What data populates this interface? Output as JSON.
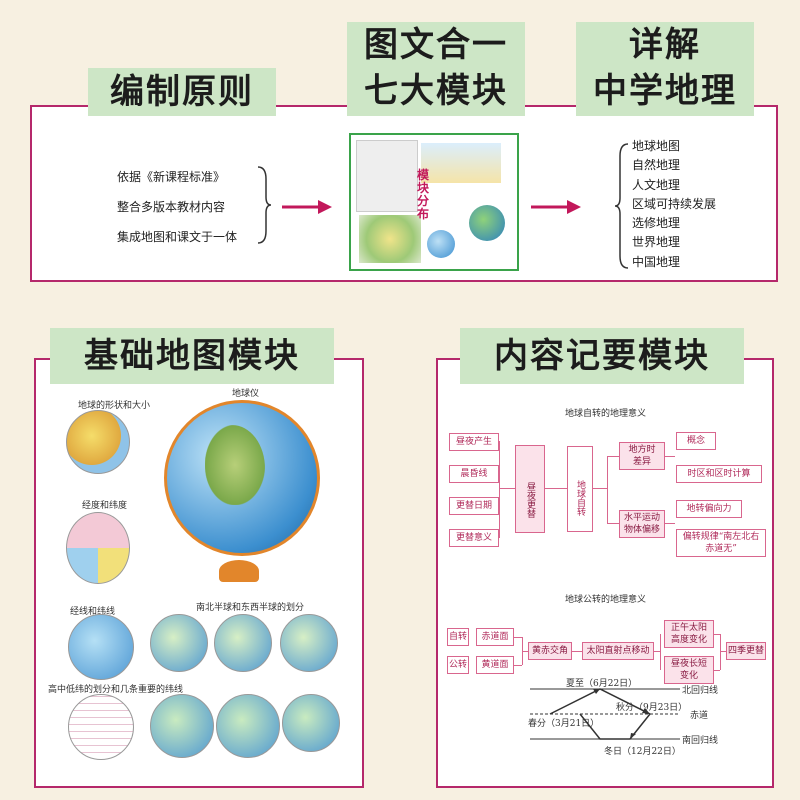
{
  "top": {
    "tag1": "编制原则",
    "tag2_l1": "图文合一",
    "tag2_l2": "七大模块",
    "tag3_l1": "详解",
    "tag3_l2": "中学地理",
    "principles": [
      "依据《新课程标准》",
      "整合多版本教材内容",
      "集成地图和课文于一体"
    ],
    "thumb_label": "模块分布",
    "modules": [
      "地球地图",
      "自然地理",
      "人文地理",
      "区域可持续发展",
      "选修地理",
      "世界地理",
      "中国地理"
    ]
  },
  "left": {
    "tag": "基础地图模块",
    "labels": {
      "shape": "地球的形状和大小",
      "globe": "地球仪",
      "latlon": "经度和纬度",
      "grid": "经线和纬线",
      "hemis": "南北半球和东西半球的划分",
      "zones": "高中低纬的划分和几条重要的纬线"
    }
  },
  "right": {
    "tag": "内容记要模块",
    "rot_title": "地球自转的地理意义",
    "rot_left": [
      "昼夜产生",
      "晨昏线",
      "更替日期",
      "更替意义"
    ],
    "rot_center": "昼夜更替",
    "rot_main": "地球自转",
    "rot_mid1": "地方时差异",
    "rot_mid2": "水平运动物体偏移",
    "rot_right": [
      "概念",
      "时区和区时计算",
      "地转偏向力",
      "偏转规律“南左北右赤道无”"
    ],
    "rev_title": "地球公转的地理意义",
    "rev_left": [
      "自转",
      "公转"
    ],
    "rev_left2": [
      "赤道面",
      "黄道面"
    ],
    "rev_mid": "黄赤交角",
    "rev_mid2": "太阳直射点移动",
    "rev_r1": "正午太阳高度变化",
    "rev_r2": "昼夜长短变化",
    "rev_end": "四季更替",
    "solstice_summer": "夏至（6月22日）",
    "equinox_spring": "春分（3月21日）",
    "equinox_autumn": "秋分（9月23日）",
    "solstice_winter": "冬日（12月22日）",
    "tropic_n": "北回归线",
    "equator": "赤道",
    "tropic_s": "南回归线"
  }
}
